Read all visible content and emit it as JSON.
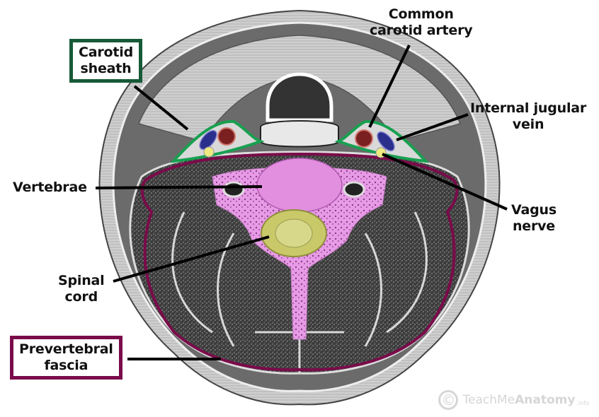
{
  "diagram": {
    "subject": "Transverse section of the neck",
    "colors": {
      "carotid_sheath": "#18a050",
      "carotid_sheath_box": "#165a38",
      "prevertebral_fascia": "#7a0b4a",
      "prevertebral_box": "#7a0b4a",
      "vertebrae": "#e79be6",
      "spinal_cord": "#c9c96a",
      "common_carotid_artery": "#8a2424",
      "internal_jugular_vein": "#2a2f8c",
      "vagus_nerve": "#eeea80",
      "muscle": "#4a4a4a",
      "skin_outline": "#9a9a9a"
    },
    "labels": {
      "carotid_sheath": [
        "Carotid",
        "sheath"
      ],
      "common_carotid_artery": [
        "Common",
        "carotid artery"
      ],
      "internal_jugular_vein": [
        "Internal jugular",
        "vein"
      ],
      "vertebrae": [
        "Vertebrae"
      ],
      "vagus_nerve": [
        "Vagus",
        "nerve"
      ],
      "spinal_cord": [
        "Spinal",
        "cord"
      ],
      "prevertebral_fascia": [
        "Prevertebral",
        "fascia"
      ]
    },
    "watermark": {
      "symbol": "©",
      "text_light": "TeachMe",
      "text_bold": "Anatomy",
      "suffix": ".info"
    }
  }
}
